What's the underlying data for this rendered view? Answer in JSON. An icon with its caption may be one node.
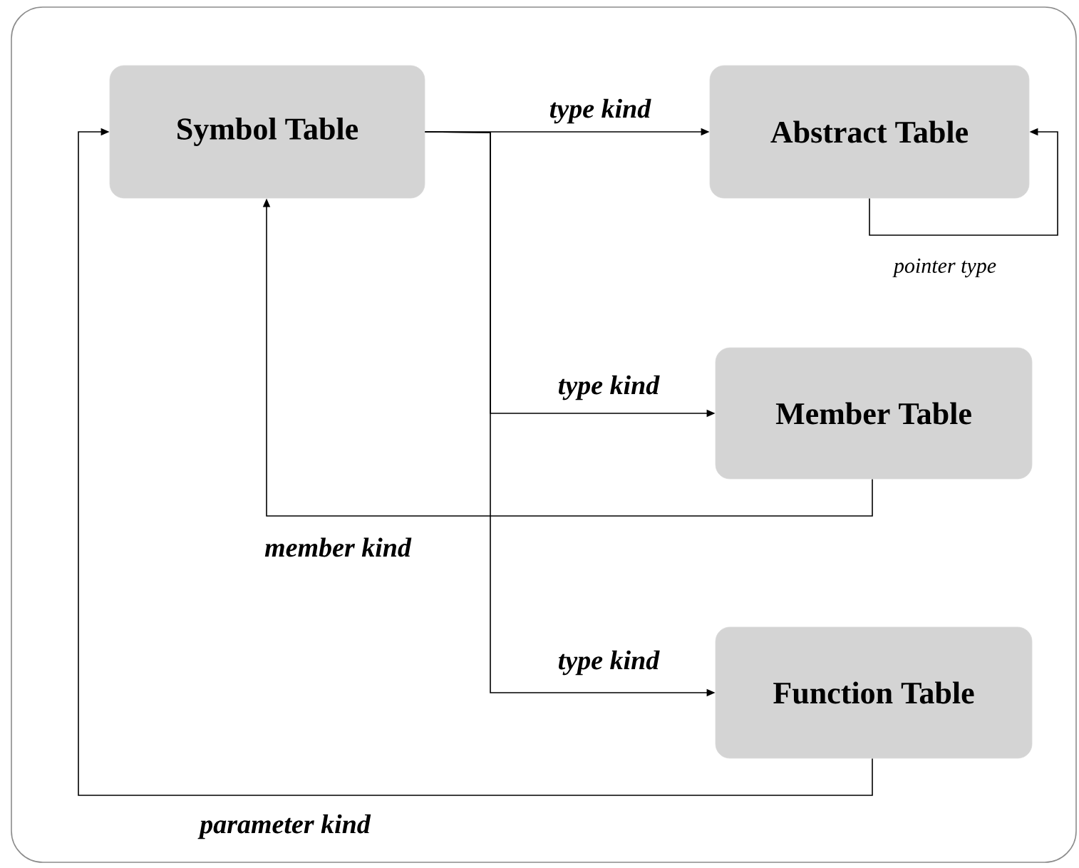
{
  "diagram": {
    "nodes": [
      {
        "text": [
          "Symbol Table"
        ]
      },
      {
        "text": [
          "Abstract Table"
        ]
      },
      {
        "text": [
          "Member Table"
        ]
      },
      {
        "text": [
          "Function Table"
        ]
      }
    ],
    "edges": [
      {
        "from": 0,
        "to": 1,
        "arrow": "to",
        "label": "type kind"
      },
      {
        "from": 0,
        "to": 2,
        "arrow": "to",
        "label": "type kind"
      },
      {
        "from": 0,
        "to": 3,
        "arrow": "to",
        "label": "type kind"
      },
      {
        "from": 1,
        "to": 1,
        "arrow": "to",
        "label": "pointer type"
      },
      {
        "from": 2,
        "to": 0,
        "arrow": "to",
        "label": "member kind"
      },
      {
        "from": 3,
        "to": 0,
        "arrow": "to",
        "label": "parameter kind"
      }
    ]
  }
}
